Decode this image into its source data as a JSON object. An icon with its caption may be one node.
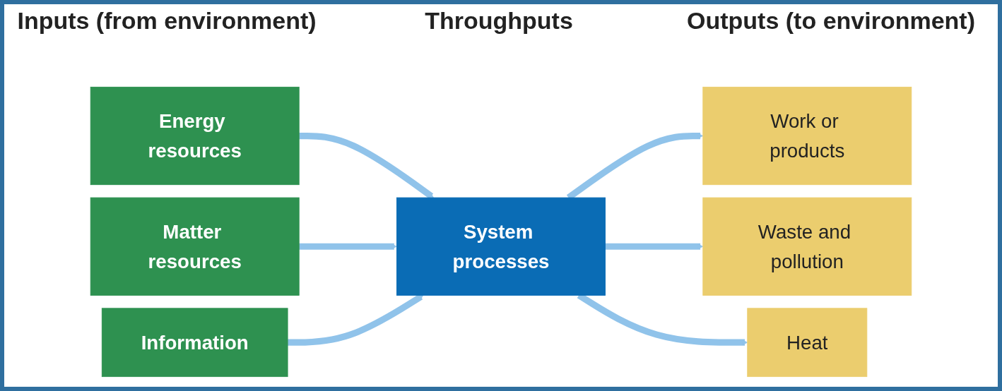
{
  "diagram": {
    "nodes": [
      {
        "text": [
          "Energy resources"
        ]
      },
      {
        "text": [
          "Matter resources"
        ]
      },
      {
        "text": [
          "Information"
        ]
      },
      {
        "text": [
          "System processes"
        ]
      },
      {
        "text": [
          "Work or products"
        ]
      },
      {
        "text": [
          "Waste and pollution"
        ]
      },
      {
        "text": [
          "Heat"
        ]
      }
    ],
    "edges": [
      {
        "from": 0,
        "to": 3,
        "arrow": "to"
      },
      {
        "from": 1,
        "to": 3,
        "arrow": "to"
      },
      {
        "from": 2,
        "to": 3,
        "arrow": "to"
      },
      {
        "from": 3,
        "to": 4,
        "arrow": "to"
      },
      {
        "from": 3,
        "to": 5,
        "arrow": "to"
      },
      {
        "from": 3,
        "to": 6,
        "arrow": "to"
      }
    ],
    "labels": [
      "Inputs (from environment)",
      "Throughputs",
      "Outputs (to environment)"
    ]
  }
}
